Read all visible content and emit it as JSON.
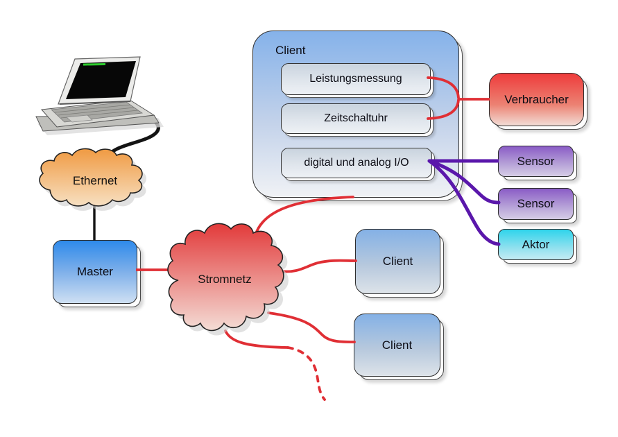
{
  "colors": {
    "red_line": "#e02f35",
    "purple_line": "#5a17ab",
    "black_line": "#141414",
    "ethernet_cloud_top": "#f09a42",
    "ethernet_cloud_bottom": "#f7e0c2",
    "stromnetz_cloud_top": "#e23a3a",
    "stromnetz_cloud_bottom": "#f4ddd6",
    "client_box_top": "#85b2ea",
    "client_box_bottom": "#f0f2f5",
    "module_box_top": "#c9d3de",
    "module_box_bottom": "#eef1f5",
    "verbraucher_top": "#ee3b3b",
    "verbraucher_bottom": "#f2ddd6",
    "sensor_top": "#8a5cc6",
    "sensor_bottom": "#d6cde6",
    "aktor_top": "#2fd4ec",
    "aktor_bottom": "#c4ecf4",
    "master_top": "#2e8aeb",
    "master_bottom": "#cfe0f3"
  },
  "nodes": {
    "client_main": {
      "label": "Client",
      "modules": [
        {
          "label": "Leistungsmessung"
        },
        {
          "label": "Zeitschaltuhr"
        },
        {
          "label": "digital und analog I/O"
        }
      ]
    },
    "verbraucher": {
      "label": "Verbraucher"
    },
    "sensor_1": {
      "label": "Sensor"
    },
    "sensor_2": {
      "label": "Sensor"
    },
    "aktor": {
      "label": "Aktor"
    },
    "ethernet": {
      "label": "Ethernet"
    },
    "stromnetz": {
      "label": "Stromnetz"
    },
    "master": {
      "label": "Master"
    },
    "client_sub_1": {
      "label": "Client"
    },
    "client_sub_2": {
      "label": "Client"
    }
  },
  "edges": [
    {
      "from": "Leistungsmessung",
      "to": "Verbraucher",
      "color": "red",
      "style": "solid"
    },
    {
      "from": "Zeitschaltuhr",
      "to": "Verbraucher",
      "color": "red",
      "style": "solid"
    },
    {
      "from": "digital und analog I/O",
      "to": "Sensor (1)",
      "color": "purple",
      "style": "solid"
    },
    {
      "from": "digital und analog I/O",
      "to": "Sensor (2)",
      "color": "purple",
      "style": "solid"
    },
    {
      "from": "digital und analog I/O",
      "to": "Aktor",
      "color": "purple",
      "style": "solid"
    },
    {
      "from": "Laptop",
      "to": "Ethernet",
      "color": "black",
      "style": "solid"
    },
    {
      "from": "Ethernet",
      "to": "Master",
      "color": "black",
      "style": "solid"
    },
    {
      "from": "Master",
      "to": "Stromnetz",
      "color": "red",
      "style": "solid"
    },
    {
      "from": "Stromnetz",
      "to": "Client (main)",
      "color": "red",
      "style": "solid"
    },
    {
      "from": "Stromnetz",
      "to": "Client (sub 1)",
      "color": "red",
      "style": "solid"
    },
    {
      "from": "Stromnetz",
      "to": "Client (sub 2)",
      "color": "red",
      "style": "solid"
    },
    {
      "from": "Stromnetz",
      "to": "(offenes Ende)",
      "color": "red",
      "style": "dashed"
    }
  ]
}
